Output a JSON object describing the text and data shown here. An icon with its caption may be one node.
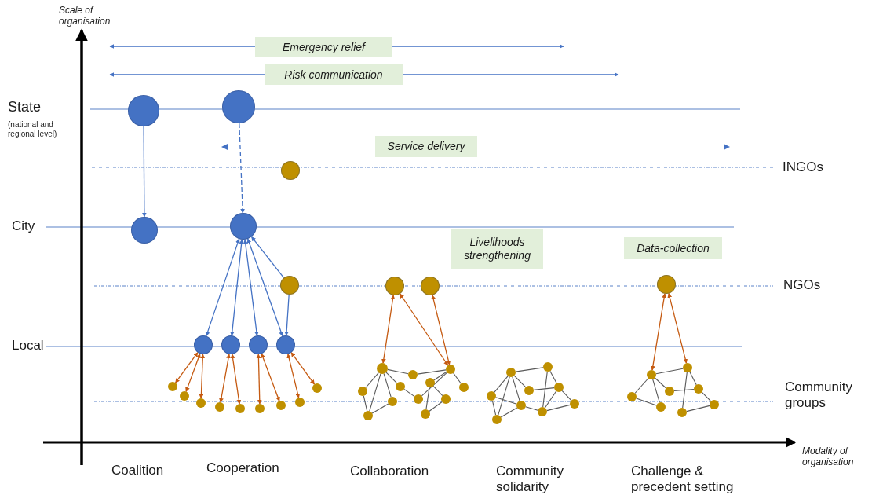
{
  "diagram": {
    "nodes": [
      {
        "text": [],
        "shape": "circle"
      },
      {
        "text": [],
        "shape": "circle"
      },
      {
        "text": [],
        "shape": "circle"
      },
      {
        "text": [],
        "shape": "circle"
      },
      {
        "text": [],
        "shape": "circle"
      },
      {
        "text": [],
        "shape": "circle"
      },
      {
        "text": [],
        "shape": "circle"
      },
      {
        "text": [],
        "shape": "circle"
      },
      {
        "text": [],
        "shape": "circle"
      },
      {
        "text": [],
        "shape": "circle"
      },
      {
        "text": [],
        "shape": "circle"
      },
      {
        "text": [],
        "shape": "circle"
      },
      {
        "text": [],
        "shape": "circle"
      },
      {
        "text": [],
        "shape": "circle"
      },
      {
        "text": [],
        "shape": "circle"
      },
      {
        "text": [],
        "shape": "circle"
      },
      {
        "text": [],
        "shape": "circle"
      },
      {
        "text": [],
        "shape": "circle"
      },
      {
        "text": [],
        "shape": "circle"
      },
      {
        "text": [],
        "shape": "circle"
      },
      {
        "text": [],
        "shape": "circle"
      },
      {
        "text": [],
        "shape": "circle"
      },
      {
        "text": [],
        "shape": "circle"
      },
      {
        "text": [],
        "shape": "circle"
      },
      {
        "text": [],
        "shape": "circle"
      },
      {
        "text": [],
        "shape": "circle"
      },
      {
        "text": [],
        "shape": "circle"
      },
      {
        "text": [],
        "shape": "circle"
      },
      {
        "text": [],
        "shape": "circle"
      },
      {
        "text": [],
        "shape": "circle"
      },
      {
        "text": [],
        "shape": "circle"
      },
      {
        "text": [],
        "shape": "circle"
      },
      {
        "text": [],
        "shape": "circle"
      },
      {
        "text": [],
        "shape": "circle"
      },
      {
        "text": [],
        "shape": "circle"
      },
      {
        "text": [],
        "shape": "circle"
      },
      {
        "text": [],
        "shape": "circle"
      },
      {
        "text": [],
        "shape": "circle"
      },
      {
        "text": [],
        "shape": "circle"
      },
      {
        "text": [],
        "shape": "circle"
      },
      {
        "text": [],
        "shape": "circle"
      },
      {
        "text": [],
        "shape": "circle"
      },
      {
        "text": [],
        "shape": "circle"
      },
      {
        "text": [],
        "shape": "circle"
      },
      {
        "text": [],
        "shape": "circle"
      },
      {
        "text": [],
        "shape": "circle"
      },
      {
        "text": [],
        "shape": "circle"
      },
      {
        "text": [],
        "shape": "circle"
      },
      {
        "text": [],
        "shape": "circle"
      },
      {
        "text": [],
        "shape": "circle"
      },
      {
        "text": [],
        "shape": "circle"
      }
    ],
    "edges": [
      {
        "from": 0,
        "to": 1,
        "arrow": "to",
        "color": "#4472c4"
      },
      {
        "from": 2,
        "to": 4,
        "arrow": "to",
        "style": "dashed",
        "color": "#4472c4"
      },
      {
        "from": 4,
        "to": 6,
        "arrow": "both",
        "color": "#4472c4"
      },
      {
        "from": 4,
        "to": 7,
        "arrow": "both",
        "color": "#4472c4"
      },
      {
        "from": 4,
        "to": 8,
        "arrow": "both",
        "color": "#4472c4"
      },
      {
        "from": 4,
        "to": 9,
        "arrow": "both",
        "color": "#4472c4"
      },
      {
        "from": 5,
        "to": 4,
        "arrow": "to",
        "color": "#4472c4"
      },
      {
        "from": 5,
        "to": 9,
        "arrow": "to",
        "color": "#4472c4"
      },
      {
        "from": 6,
        "to": 10,
        "arrow": "both",
        "color": "#c55a11"
      },
      {
        "from": 6,
        "to": 11,
        "arrow": "both",
        "color": "#c55a11"
      },
      {
        "from": 6,
        "to": 12,
        "arrow": "both",
        "color": "#c55a11"
      },
      {
        "from": 7,
        "to": 13,
        "arrow": "both",
        "color": "#c55a11"
      },
      {
        "from": 7,
        "to": 14,
        "arrow": "both",
        "color": "#c55a11"
      },
      {
        "from": 8,
        "to": 15,
        "arrow": "both",
        "color": "#c55a11"
      },
      {
        "from": 8,
        "to": 16,
        "arrow": "both",
        "color": "#c55a11"
      },
      {
        "from": 9,
        "to": 17,
        "arrow": "both",
        "color": "#c55a11"
      },
      {
        "from": 9,
        "to": 18,
        "arrow": "both",
        "color": "#c55a11"
      },
      {
        "from": 19,
        "to": 21,
        "arrow": "both",
        "color": "#c55a11"
      },
      {
        "from": 19,
        "to": 28,
        "arrow": "both",
        "color": "#c55a11"
      },
      {
        "from": 20,
        "to": 28,
        "arrow": "both",
        "color": "#c55a11"
      },
      {
        "from": 21,
        "to": 22,
        "arrow": "none"
      },
      {
        "from": 22,
        "to": 28,
        "arrow": "none"
      },
      {
        "from": 21,
        "to": 23,
        "arrow": "none"
      },
      {
        "from": 21,
        "to": 26,
        "arrow": "none"
      },
      {
        "from": 21,
        "to": 25,
        "arrow": "none"
      },
      {
        "from": 21,
        "to": 24,
        "arrow": "none"
      },
      {
        "from": 23,
        "to": 26,
        "arrow": "none"
      },
      {
        "from": 26,
        "to": 25,
        "arrow": "none"
      },
      {
        "from": 24,
        "to": 27,
        "arrow": "none"
      },
      {
        "from": 27,
        "to": 28,
        "arrow": "none"
      },
      {
        "from": 28,
        "to": 29,
        "arrow": "none"
      },
      {
        "from": 28,
        "to": 30,
        "arrow": "none"
      },
      {
        "from": 29,
        "to": 31,
        "arrow": "none"
      },
      {
        "from": 29,
        "to": 32,
        "arrow": "none"
      },
      {
        "from": 32,
        "to": 31,
        "arrow": "none"
      },
      {
        "from": 33,
        "to": 34,
        "arrow": "none"
      },
      {
        "from": 33,
        "to": 35,
        "arrow": "none"
      },
      {
        "from": 33,
        "to": 36,
        "arrow": "none"
      },
      {
        "from": 33,
        "to": 37,
        "arrow": "none"
      },
      {
        "from": 33,
        "to": 41,
        "arrow": "none"
      },
      {
        "from": 35,
        "to": 37,
        "arrow": "none"
      },
      {
        "from": 35,
        "to": 41,
        "arrow": "none"
      },
      {
        "from": 34,
        "to": 38,
        "arrow": "none"
      },
      {
        "from": 34,
        "to": 39,
        "arrow": "none"
      },
      {
        "from": 36,
        "to": 38,
        "arrow": "none"
      },
      {
        "from": 37,
        "to": 39,
        "arrow": "none"
      },
      {
        "from": 39,
        "to": 40,
        "arrow": "none"
      },
      {
        "from": 38,
        "to": 40,
        "arrow": "none"
      },
      {
        "from": 39,
        "to": 38,
        "arrow": "none"
      },
      {
        "from": 41,
        "to": 37,
        "arrow": "none"
      },
      {
        "from": 42,
        "to": 43,
        "arrow": "both",
        "color": "#c55a11"
      },
      {
        "from": 42,
        "to": 44,
        "arrow": "both",
        "color": "#c55a11"
      },
      {
        "from": 43,
        "to": 44,
        "arrow": "none"
      },
      {
        "from": 43,
        "to": 45,
        "arrow": "none"
      },
      {
        "from": 43,
        "to": 46,
        "arrow": "none"
      },
      {
        "from": 43,
        "to": 47,
        "arrow": "none"
      },
      {
        "from": 45,
        "to": 47,
        "arrow": "none"
      },
      {
        "from": 44,
        "to": 48,
        "arrow": "none"
      },
      {
        "from": 44,
        "to": 49,
        "arrow": "none"
      },
      {
        "from": 46,
        "to": 48,
        "arrow": "none"
      },
      {
        "from": 48,
        "to": 50,
        "arrow": "none"
      },
      {
        "from": 49,
        "to": 50,
        "arrow": "none"
      }
    ],
    "labels": [
      "Scale of organisation",
      "Emergency relief",
      "Risk communication",
      "State",
      "(national and regional level)",
      "Service delivery",
      "INGOs",
      "City",
      "Livelihoods strengthening",
      "Data-collection",
      "NGOs",
      "Local",
      "Community groups",
      "Modality of organisation",
      "Coalition",
      "Cooperation",
      "Collaboration",
      "Community solidarity",
      "Challenge & precedent setting"
    ]
  }
}
